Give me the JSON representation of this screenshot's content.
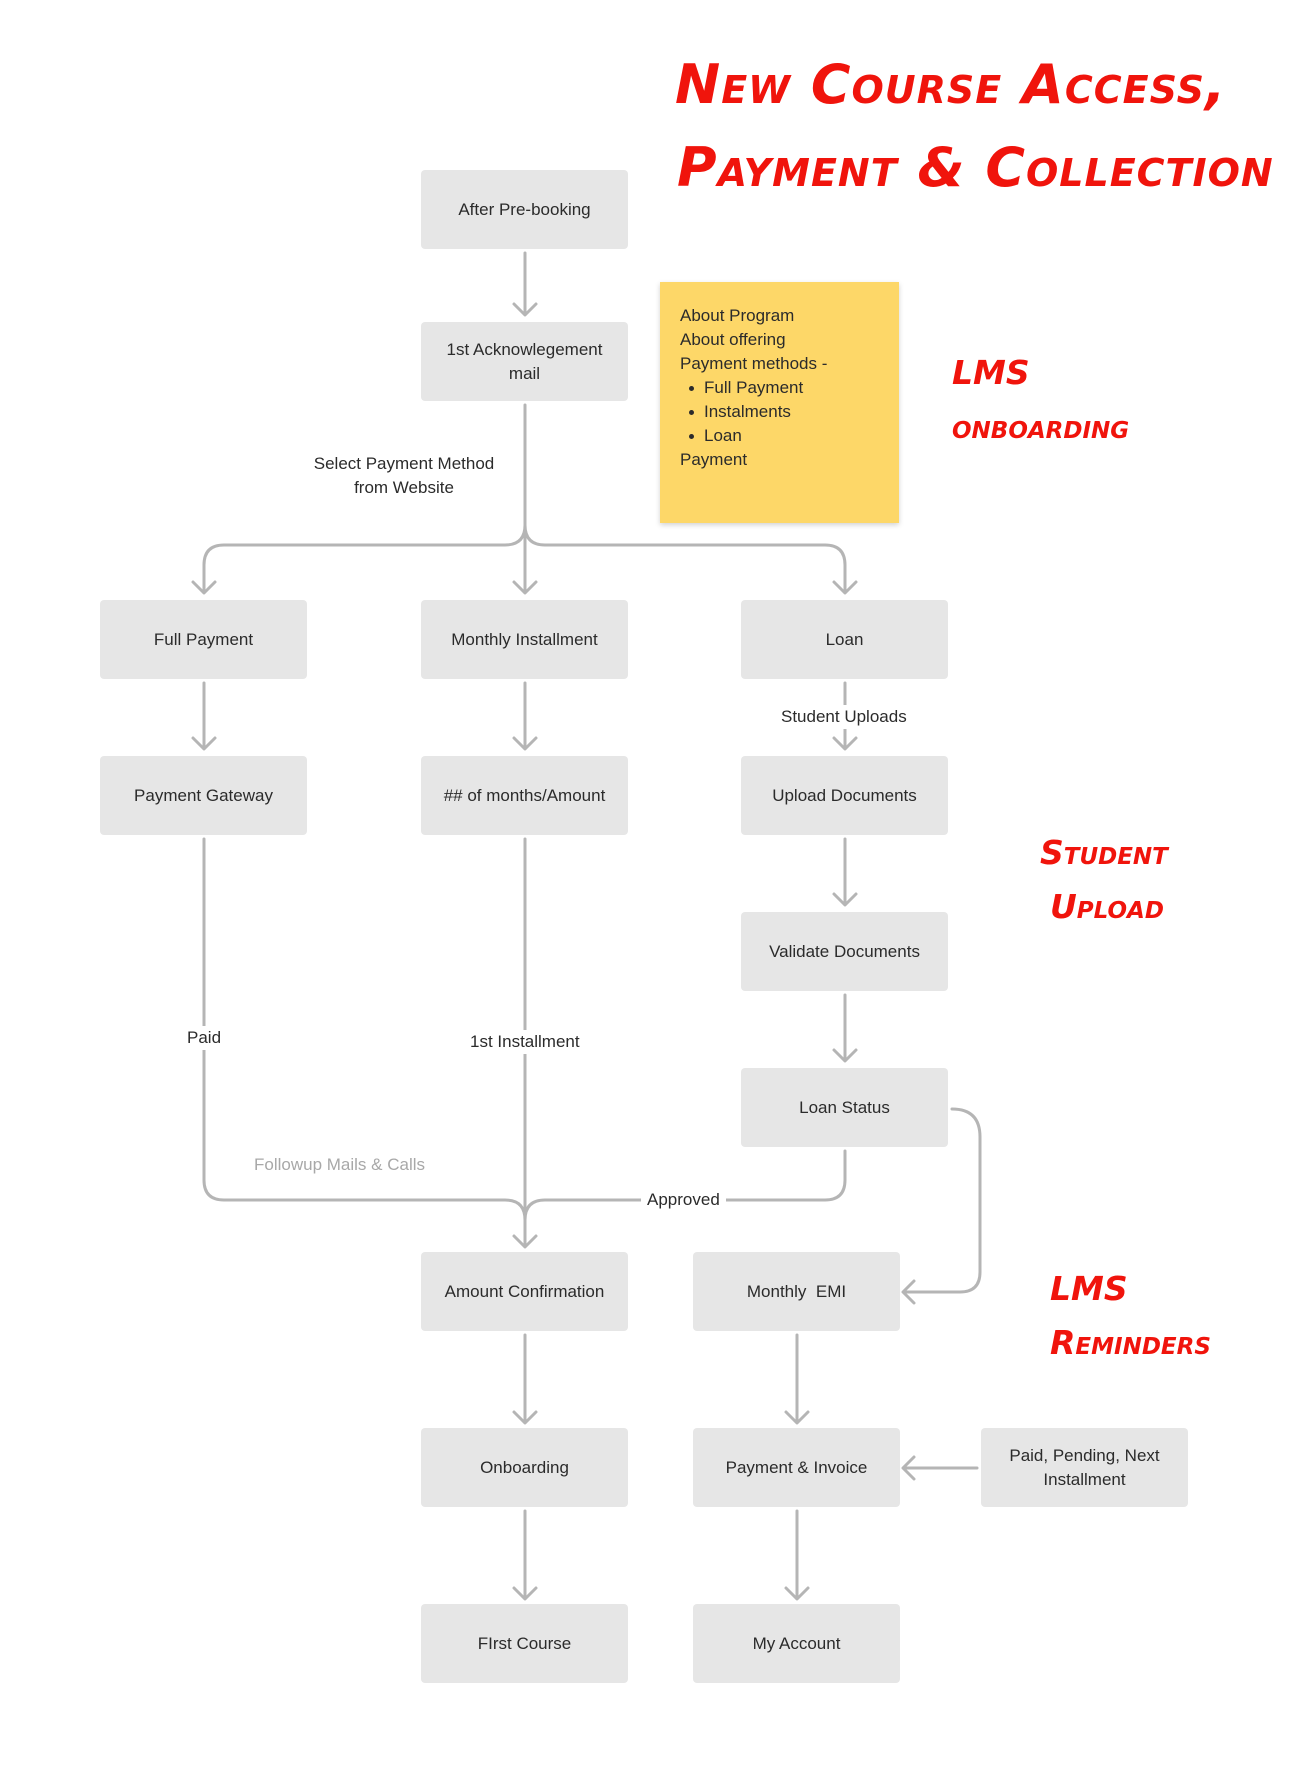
{
  "title": {
    "line1": "New Course Access,",
    "line2": "Payment & Collection"
  },
  "side_labels": {
    "lms_onboarding": {
      "line1": "LMS",
      "line2": "onboarding"
    },
    "student_upload": {
      "line1": "Student",
      "line2": "Upload"
    },
    "lms_reminders": {
      "line1": "LMS",
      "line2": "Reminders"
    }
  },
  "note": {
    "line1": "About Program",
    "line2": "About offering",
    "line3": "Payment methods -",
    "bullets": [
      "Full Payment",
      "Instalments",
      "Loan"
    ],
    "line4": "Payment"
  },
  "nodes": {
    "after_prebooking": "After Pre-booking",
    "acknowledgement": "1st Acknowlegement mail",
    "full_payment": "Full Payment",
    "monthly_installment": "Monthly Installment",
    "loan": "Loan",
    "payment_gateway": "Payment Gateway",
    "months_amount": "## of months/Amount",
    "upload_documents": "Upload Documents",
    "validate_documents": "Validate Documents",
    "loan_status": "Loan Status",
    "amount_confirmation": "Amount Confirmation",
    "monthly_emi": "Monthly  EMI",
    "onboarding": "Onboarding",
    "payment_invoice": "Payment & Invoice",
    "paid_pending": "Paid, Pending, Next Installment",
    "first_course": "FIrst Course",
    "my_account": "My Account"
  },
  "edge_labels": {
    "select_payment": "Select Payment Method from Website",
    "student_uploads": "Student Uploads",
    "paid": "Paid",
    "first_installment": "1st Installment",
    "followup": "Followup Mails & Calls",
    "approved": "Approved"
  },
  "colors": {
    "node_fill": "#e6e6e6",
    "connector": "#b5b5b5",
    "note_fill": "#fdd768",
    "handwriting": "#f0140c"
  }
}
